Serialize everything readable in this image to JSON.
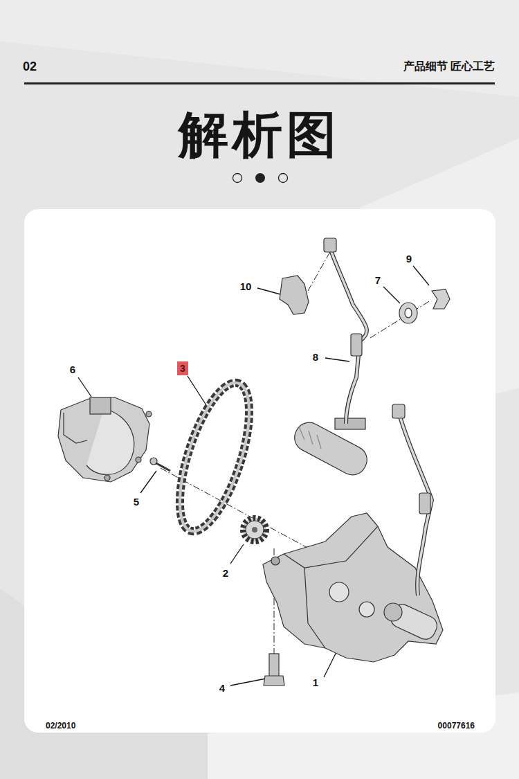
{
  "diagram": {
    "title": "解析图",
    "nodes": [
      {
        "text": [
          "02/2010",
          "00077616"
        ]
      },
      {
        "text": [
          "3"
        ],
        "in": 0
      }
    ],
    "labels": [
      "02",
      "产品细节 匠心工艺",
      "10",
      "9",
      "7",
      "8",
      "6",
      "2",
      "5",
      "4",
      "1"
    ]
  }
}
